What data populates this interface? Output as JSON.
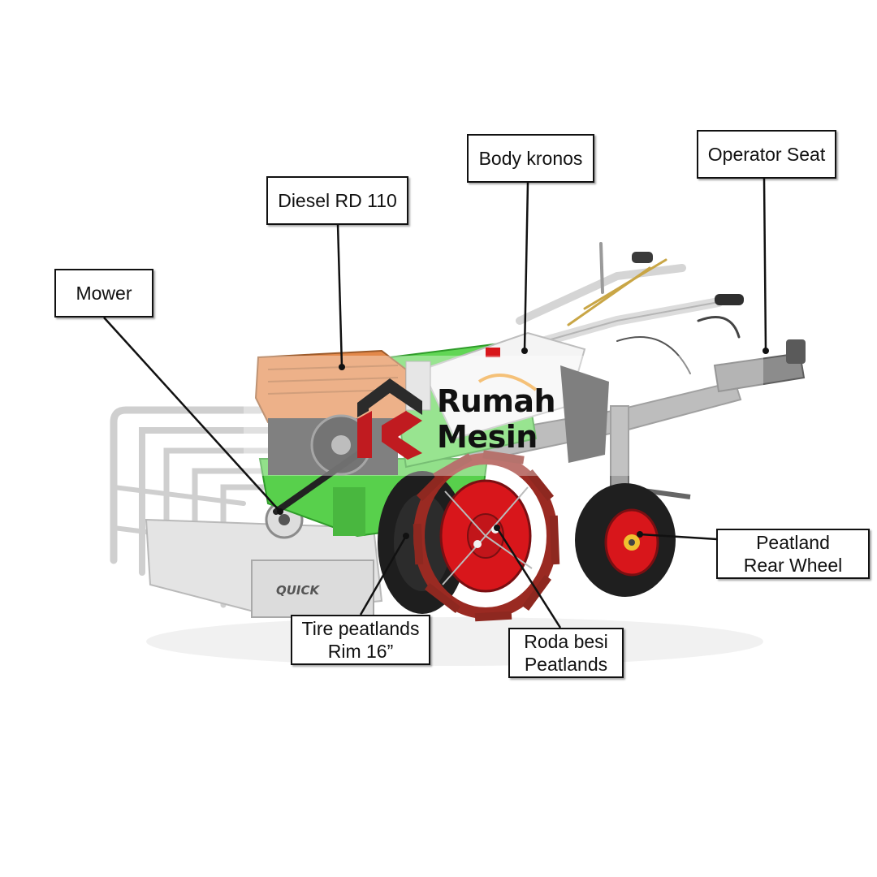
{
  "brand": {
    "line1": "Rumah",
    "line2": "Mesin"
  },
  "colors": {
    "engine_orange": "#e3884a",
    "frame_green": "#58d04c",
    "wheel_red": "#d8161b",
    "cage_iron_red": "#9a2a22",
    "body_white": "#f2f2f2",
    "frame_grey": "#8a8a8a",
    "logo_red": "#c01b20",
    "logo_dark": "#2b2b2b"
  },
  "labels": [
    {
      "id": "mower",
      "lines": [
        "Mower"
      ]
    },
    {
      "id": "diesel",
      "lines": [
        "Diesel RD 110"
      ]
    },
    {
      "id": "body",
      "lines": [
        "Body kronos"
      ]
    },
    {
      "id": "seat",
      "lines": [
        "Operator Seat"
      ]
    },
    {
      "id": "rear",
      "lines": [
        "Peatland",
        "Rear Wheel"
      ]
    },
    {
      "id": "tire",
      "lines": [
        "Tire peatlands",
        "Rim 16”"
      ]
    },
    {
      "id": "roda",
      "lines": [
        "Roda besi",
        "Peatlands"
      ]
    }
  ]
}
